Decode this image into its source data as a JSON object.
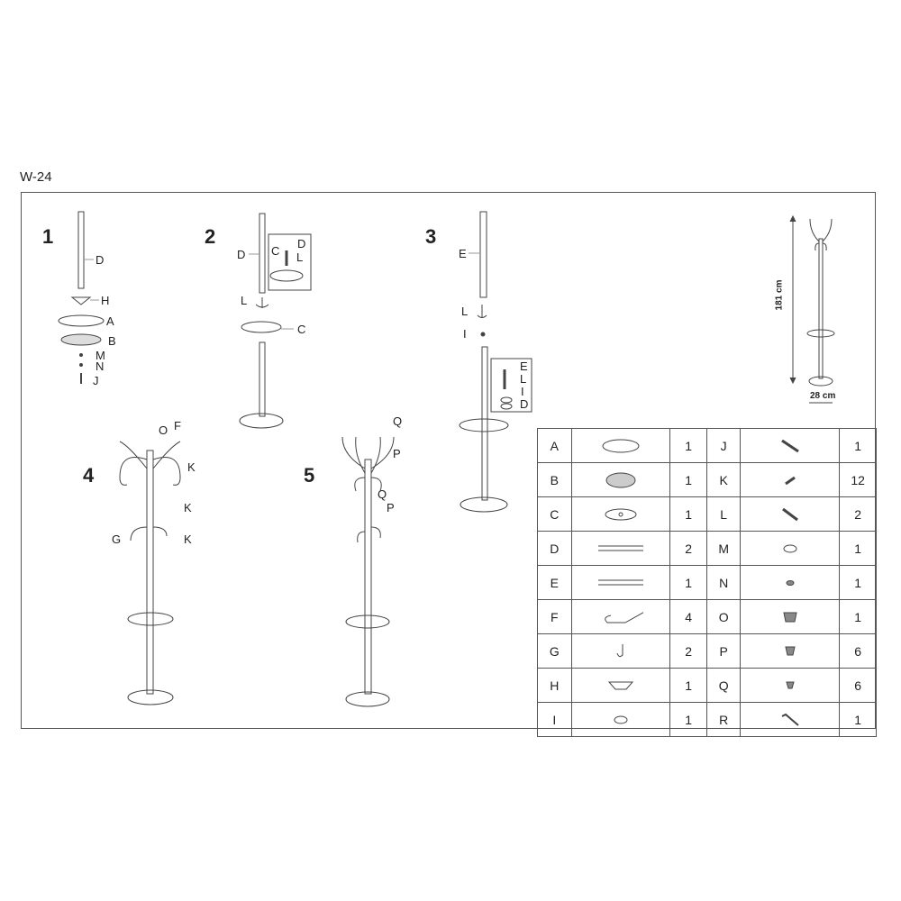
{
  "title": "W-24",
  "steps": [
    {
      "number": "1",
      "labels": [
        "D",
        "H",
        "A",
        "B",
        "M",
        "N",
        "J"
      ]
    },
    {
      "number": "2",
      "labels": [
        "D",
        "C",
        "D",
        "L",
        "L",
        "C"
      ]
    },
    {
      "number": "3",
      "labels": [
        "E",
        "L",
        "I",
        "E",
        "L",
        "I",
        "D"
      ]
    },
    {
      "number": "4",
      "labels": [
        "O",
        "F",
        "K",
        "K",
        "K",
        "G"
      ]
    },
    {
      "number": "5",
      "labels": [
        "Q",
        "P",
        "Q",
        "P"
      ]
    }
  ],
  "dimensions": {
    "height": "181 cm",
    "width": "28 cm"
  },
  "parts": [
    {
      "letter": "A",
      "icon": "base-disc",
      "qty": "1"
    },
    {
      "letter": "B",
      "icon": "weight-disc",
      "qty": "1"
    },
    {
      "letter": "C",
      "icon": "umbrella-tray",
      "qty": "1"
    },
    {
      "letter": "D",
      "icon": "tube",
      "qty": "2"
    },
    {
      "letter": "E",
      "icon": "top-tube",
      "qty": "1"
    },
    {
      "letter": "F",
      "icon": "long-hook",
      "qty": "4"
    },
    {
      "letter": "G",
      "icon": "small-hook",
      "qty": "2"
    },
    {
      "letter": "H",
      "icon": "cone-cap",
      "qty": "1"
    },
    {
      "letter": "I",
      "icon": "washer",
      "qty": "1"
    },
    {
      "letter": "J",
      "icon": "bolt",
      "qty": "1"
    },
    {
      "letter": "K",
      "icon": "screw",
      "qty": "12"
    },
    {
      "letter": "L",
      "icon": "threaded-rod",
      "qty": "2"
    },
    {
      "letter": "M",
      "icon": "washer",
      "qty": "1"
    },
    {
      "letter": "N",
      "icon": "nut",
      "qty": "1"
    },
    {
      "letter": "O",
      "icon": "top-cap",
      "qty": "1"
    },
    {
      "letter": "P",
      "icon": "knob",
      "qty": "6"
    },
    {
      "letter": "Q",
      "icon": "knob-small",
      "qty": "6"
    },
    {
      "letter": "R",
      "icon": "allen-key",
      "qty": "1"
    }
  ]
}
